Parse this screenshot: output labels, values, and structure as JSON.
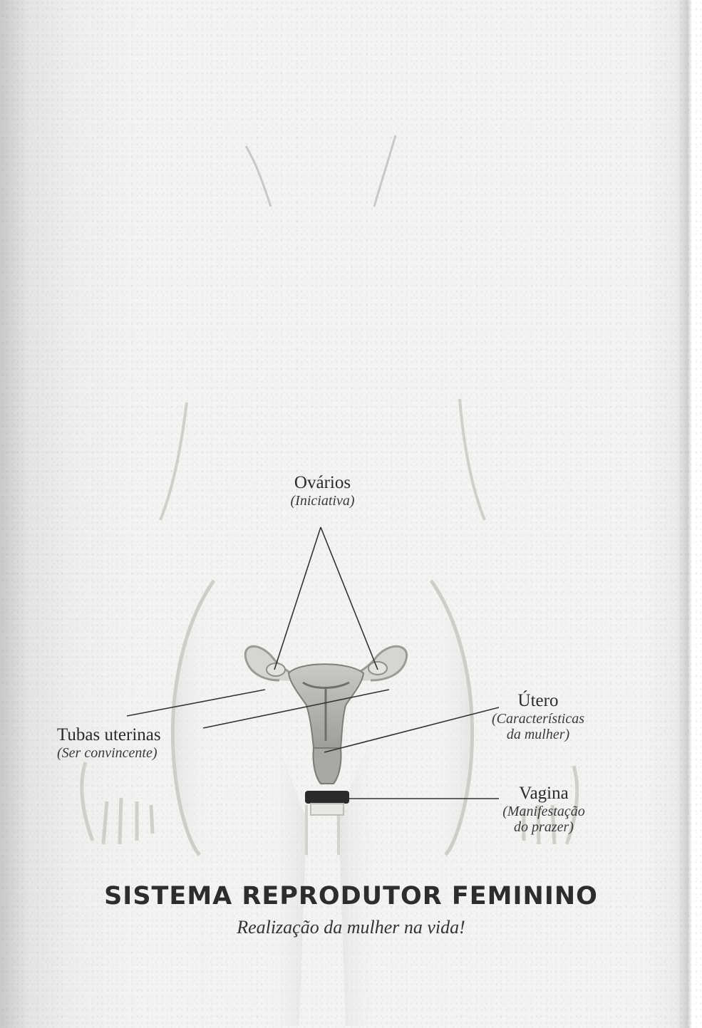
{
  "labels": {
    "ovarios": {
      "name": "Ovários",
      "meaning": "(Iniciativa)"
    },
    "tubas": {
      "name": "Tubas uterinas",
      "meaning": "(Ser convincente)"
    },
    "utero": {
      "name": "Útero",
      "meaning_line1": "(Características",
      "meaning_line2": "da mulher)"
    },
    "vagina": {
      "name": "Vagina",
      "meaning_line1": "(Manifestação",
      "meaning_line2": "do prazer)"
    }
  },
  "title": "SISTEMA REPRODUTOR FEMININO",
  "subtitle": "Realização da mulher na vida!"
}
